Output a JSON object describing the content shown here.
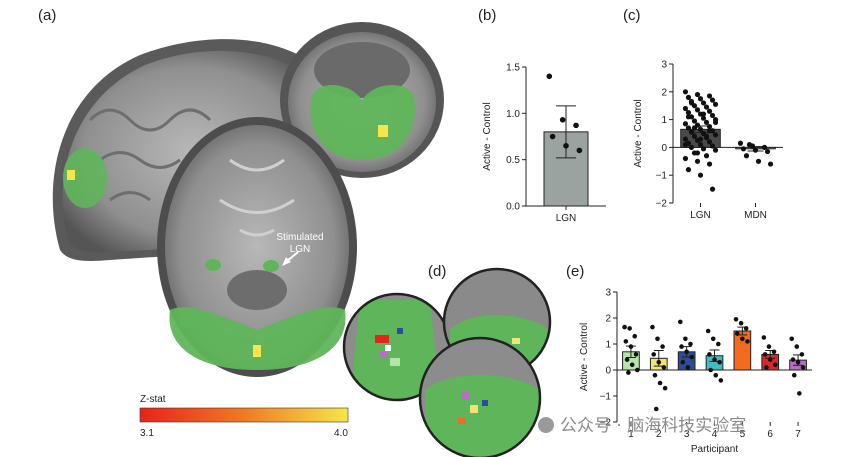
{
  "panels": {
    "a": "(a)",
    "b": "(b)",
    "c": "(c)",
    "d": "(d)",
    "e": "(e)"
  },
  "annotation": {
    "line1": "Stimulated",
    "line2": "LGN"
  },
  "colorbar": {
    "title": "Z-stat",
    "min_label": "3.1",
    "max_label": "4.0",
    "colors": [
      "#e8231c",
      "#f07a24",
      "#f6e64a"
    ]
  },
  "watermark": "公众号 · 脑海科技实验室",
  "colors": {
    "activation_green": "#5fb55a",
    "bar_gray": "#9aa39f",
    "bar_dark": "#4a4a4a"
  },
  "chart_data": [
    {
      "panel": "b",
      "type": "bar",
      "categories": [
        "LGN"
      ],
      "values": [
        0.8
      ],
      "error": [
        0.28
      ],
      "ylim": [
        0,
        1.5
      ],
      "yticks": [
        "0.0",
        "0.5",
        "1.0",
        "1.5"
      ],
      "ylabel": "Active - Control",
      "xlabel": "",
      "points": [
        [
          1.4,
          0.93,
          0.87,
          0.75,
          0.65,
          0.6
        ]
      ]
    },
    {
      "panel": "c",
      "type": "bar",
      "categories": [
        "LGN",
        "MDN"
      ],
      "values": [
        0.65,
        -0.05
      ],
      "error": [
        0.12,
        0.08
      ],
      "ylim": [
        -2,
        3
      ],
      "yticks": [
        "−2",
        "−1",
        "0",
        "1",
        "2",
        "3"
      ],
      "ylabel": "Active - Control",
      "xlabel": "",
      "points": [
        [
          2.0,
          1.9,
          1.85,
          1.8,
          1.75,
          1.7,
          1.65,
          1.6,
          1.55,
          1.5,
          1.45,
          1.4,
          1.35,
          1.3,
          1.25,
          1.2,
          1.15,
          1.1,
          1.05,
          1.0,
          0.95,
          0.9,
          0.85,
          0.8,
          0.75,
          0.7,
          0.65,
          0.6,
          0.55,
          0.5,
          0.45,
          0.4,
          0.35,
          0.3,
          0.25,
          0.2,
          0.15,
          0.1,
          0.05,
          0.0,
          -0.05,
          -0.1,
          -0.2,
          -0.3,
          -0.4,
          -0.5,
          -0.6,
          -0.8,
          -1.0,
          -1.5,
          1.6,
          1.2,
          0.9,
          0.7,
          0.4,
          0.1,
          -0.2,
          0.6,
          1.1,
          0.3
        ],
        [
          0.15,
          0.05,
          0.0,
          -0.05,
          -0.1,
          -0.15,
          -0.3,
          -0.5,
          -0.6,
          0.1
        ]
      ]
    },
    {
      "panel": "e",
      "type": "bar",
      "categories": [
        "1",
        "2",
        "3",
        "4",
        "5",
        "6",
        "7"
      ],
      "values": [
        0.7,
        0.45,
        0.7,
        0.55,
        1.5,
        0.6,
        0.38
      ],
      "error": [
        0.22,
        0.3,
        0.2,
        0.22,
        0.15,
        0.15,
        0.2
      ],
      "colors": [
        "#b6e3a8",
        "#efe37a",
        "#2b4d9a",
        "#3fbcc4",
        "#f26b21",
        "#d62a2a",
        "#b76fc4"
      ],
      "ylim": [
        -2,
        3
      ],
      "yticks": [
        "−2",
        "−1",
        "0",
        "1",
        "2",
        "3"
      ],
      "ylabel": "Active - Control",
      "xlabel": "Participant",
      "points": [
        [
          1.65,
          1.6,
          1.3,
          1.1,
          0.9,
          0.6,
          0.4,
          0.2,
          0.0,
          -0.1
        ],
        [
          1.65,
          1.2,
          0.9,
          0.6,
          0.3,
          0.1,
          -0.2,
          -0.5,
          -0.7,
          -1.5
        ],
        [
          1.85,
          1.2,
          1.0,
          0.9,
          0.7,
          0.5,
          0.3,
          0.1
        ],
        [
          1.5,
          1.2,
          1.0,
          0.6,
          0.4,
          0.3,
          0.0,
          -0.2,
          -0.4
        ],
        [
          1.95,
          1.8,
          1.6,
          1.4,
          1.2,
          1.1
        ],
        [
          1.25,
          0.9,
          0.7,
          0.6,
          0.4,
          0.2,
          0.1
        ],
        [
          1.2,
          0.9,
          0.6,
          0.4,
          0.3,
          0.1,
          -0.2,
          -0.9
        ]
      ]
    }
  ]
}
